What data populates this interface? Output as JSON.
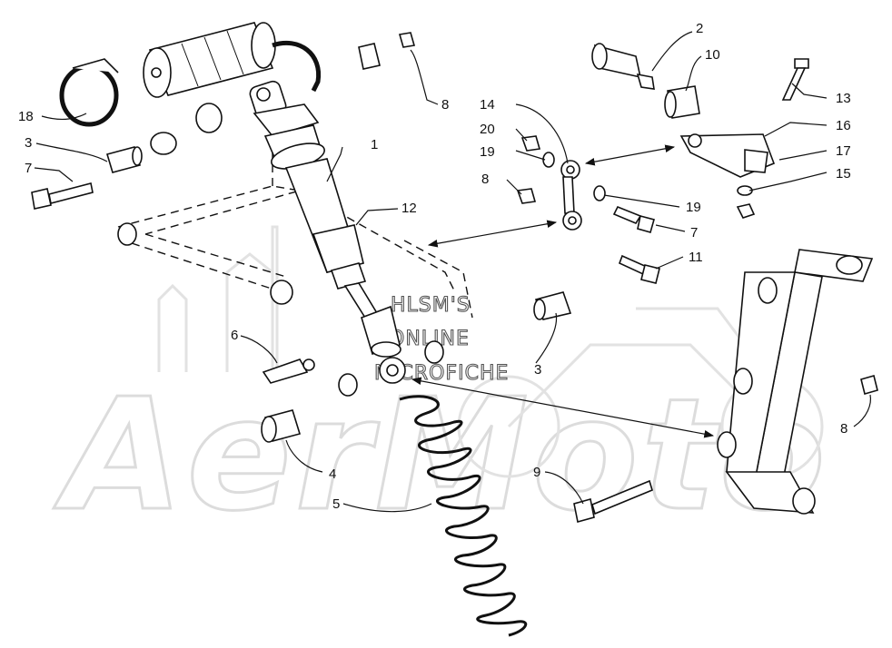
{
  "watermark": {
    "brand": "AerMoto",
    "line1": "HLSM'S",
    "line2": "ONLINE",
    "line3": "MICROFICHE"
  },
  "callouts": [
    {
      "id": "c1",
      "label": "1"
    },
    {
      "id": "c2",
      "label": "2"
    },
    {
      "id": "c10",
      "label": "10"
    },
    {
      "id": "c13",
      "label": "13"
    },
    {
      "id": "c16",
      "label": "16"
    },
    {
      "id": "c17",
      "label": "17"
    },
    {
      "id": "c15",
      "label": "15"
    },
    {
      "id": "c14",
      "label": "14"
    },
    {
      "id": "c20",
      "label": "20"
    },
    {
      "id": "c19a",
      "label": "19"
    },
    {
      "id": "c8a",
      "label": "8"
    },
    {
      "id": "c19b",
      "label": "19"
    },
    {
      "id": "c7a",
      "label": "7"
    },
    {
      "id": "c11",
      "label": "11"
    },
    {
      "id": "c18",
      "label": "18"
    },
    {
      "id": "c3a",
      "label": "3"
    },
    {
      "id": "c7b",
      "label": "7"
    },
    {
      "id": "c8b",
      "label": "8"
    },
    {
      "id": "c12",
      "label": "12"
    },
    {
      "id": "c6",
      "label": "6"
    },
    {
      "id": "c3b",
      "label": "3"
    },
    {
      "id": "c4",
      "label": "4"
    },
    {
      "id": "c5",
      "label": "5"
    },
    {
      "id": "c9",
      "label": "9"
    },
    {
      "id": "c8c",
      "label": "8"
    }
  ]
}
